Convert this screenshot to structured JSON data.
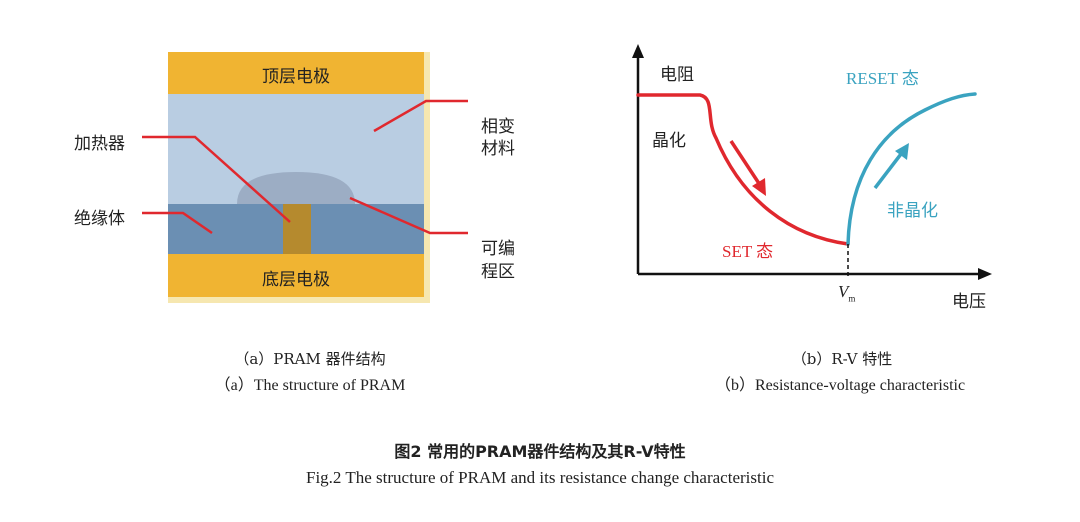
{
  "panel_a": {
    "top_electrode": "顶层电极",
    "bottom_electrode": "底层电极",
    "phase_change_material": [
      "相变",
      "材料"
    ],
    "heater": "加热器",
    "insulator": "绝缘体",
    "programmable_region": [
      "可编",
      "程区"
    ],
    "caption_cn": "（a）PRAM 器件结构",
    "caption_en": "（a）The structure of PRAM",
    "colors": {
      "electrode": "#f0b432",
      "phase_material": "#b9cde2",
      "insulator": "#6b8fb3",
      "programmable_region": "#9cadc4",
      "heater": "#b58a2e",
      "leader_line": "#e0282e"
    }
  },
  "panel_b": {
    "y_axis_label": "电阻",
    "x_axis_label": "电压",
    "crystalline_label": "晶化",
    "amorphous_label": "非晶化",
    "reset_label": "RESET 态",
    "set_label": "SET 态",
    "vm_label": "V",
    "vm_subscript": "m",
    "caption_cn": "（b）R-V 特性",
    "caption_en": "（b）Resistance-voltage characteristic",
    "colors": {
      "set_curve": "#e0282e",
      "reset_curve": "#3aa3c0"
    }
  },
  "figure": {
    "caption_cn": "图2 常用的PRAM器件结构及其R-V特性",
    "caption_en": "Fig.2 The structure of PRAM and its resistance change characteristic"
  }
}
